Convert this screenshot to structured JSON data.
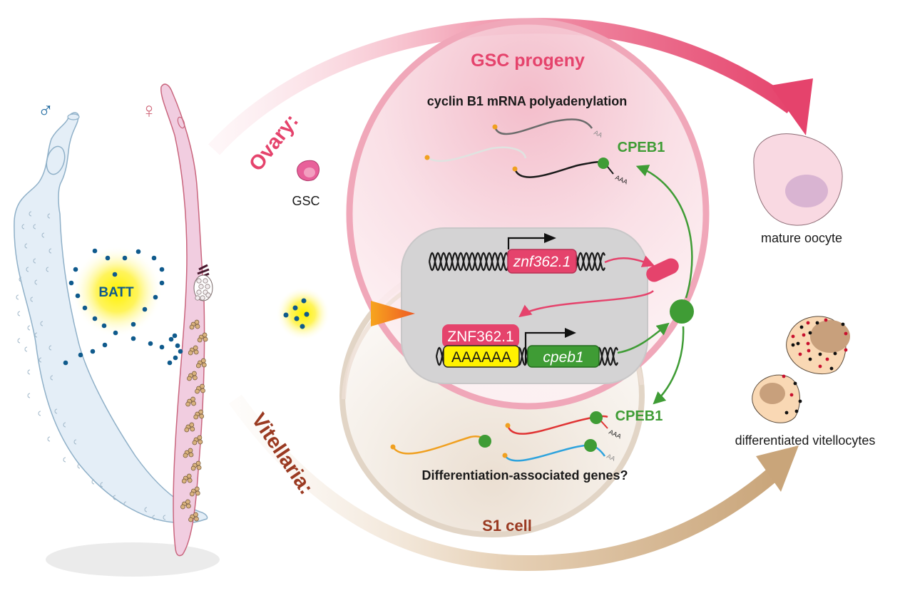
{
  "figure": {
    "type": "schematic",
    "subject": "Schistosoma germline differentiation model"
  },
  "worms": {
    "male_symbol": "♂",
    "female_symbol": "♀",
    "batt_label": "BATT"
  },
  "pathways": {
    "ovary_label": "Ovary:",
    "vitellaria_label": "Vitellaria:"
  },
  "gsc": {
    "label": "GSC"
  },
  "gsc_progeny": {
    "title": "GSC progeny",
    "subtitle": "cyclin B1 mRNA polyadenylation",
    "cpeb1_label": "CPEB1",
    "polyA_short": "AA",
    "polyA_long": "AAA"
  },
  "nucleus": {
    "gene1_label": "znf362.1",
    "tf_label": "ZNF362.1",
    "motif_label": "AAAAAA",
    "gene2_label": "cpeb1"
  },
  "s1_cell": {
    "title": "S1 cell",
    "cpeb1_label": "CPEB1",
    "question": "Differentiation-associated genes?",
    "polyA_long": "AAA",
    "polyA_short": "AA"
  },
  "outcomes": {
    "oocyte_label": "mature oocyte",
    "vitellocyte_label": "differentiated vitellocytes"
  },
  "colors": {
    "ovary_pink": "#e5436c",
    "vitellaria_brown": "#9a3a22",
    "cpeb1_green": "#3f9c35",
    "male_blue": "#1f6aa0",
    "batt_dot": "#0f5a8c",
    "motif_yellow": "#fff200",
    "nucleus_gray": "#d4d3d4"
  }
}
